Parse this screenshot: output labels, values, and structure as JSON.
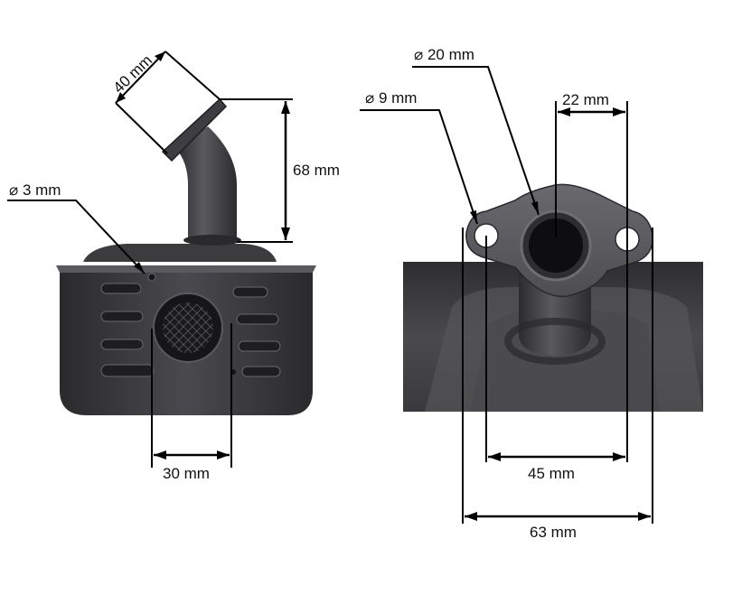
{
  "left_view": {
    "dim_outlet_width": "40 mm",
    "dim_outlet_height": "68 mm",
    "dim_hole_diameter": "⌀ 3 mm",
    "dim_grille_width": "30 mm"
  },
  "right_view": {
    "dim_pipe_inner": "⌀ 20 mm",
    "dim_bolt_hole": "⌀ 9 mm",
    "dim_pipe_offset": "22 mm",
    "dim_hole_spacing": "45 mm",
    "dim_flange_width": "63 mm"
  },
  "colors": {
    "body": "#3a3a3c",
    "body_light": "#56565a",
    "dark": "#1c1c1e",
    "line": "#000000"
  }
}
